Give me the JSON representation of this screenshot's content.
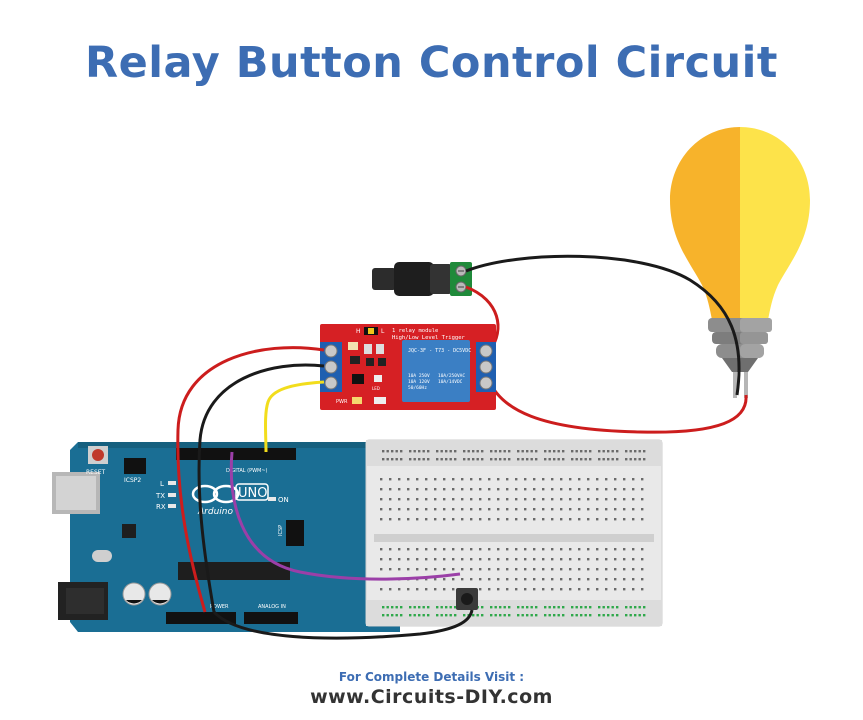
{
  "title": "Relay Button Control Circuit",
  "footer": {
    "line1": "For Complete Details Visit :",
    "line2": "www.Circuits-DIY.com"
  },
  "relay_module": {
    "title_line1": "1 relay module",
    "title_line2": "High/Low Level Trigger",
    "relay_model": "JQC-3F - T73 - DC5VDC",
    "rating_left": [
      "10A 250V",
      "10A 120V",
      "50/60Hz"
    ],
    "rating_right": [
      "10A/250VAC",
      "10A/14VDC"
    ],
    "jumper_h": "H",
    "jumper_l": "L",
    "pwr": "PWR",
    "led": "LED"
  },
  "arduino": {
    "uno": "UNO",
    "brand": "Arduino",
    "reset": "RESET",
    "icsp2": "ICSP2",
    "icsp": "ICSP",
    "l": "L",
    "tx": "TX",
    "rx": "RX",
    "on": "ON",
    "digital": "DIGITAL (PWM~)",
    "analog": "ANALOG IN",
    "power": "POWER"
  },
  "colors": {
    "title": "#3d6db3",
    "relay_board": "#d62024",
    "relay_body": "#3b7fc4",
    "arduino_board": "#1a6e94",
    "wire_red": "#cc1d1d",
    "wire_black": "#1a1a1a",
    "wire_yellow": "#f2dd1c",
    "wire_purple": "#9b3fa8",
    "bulb_left": "#f7b32b",
    "bulb_right": "#fde34a"
  }
}
